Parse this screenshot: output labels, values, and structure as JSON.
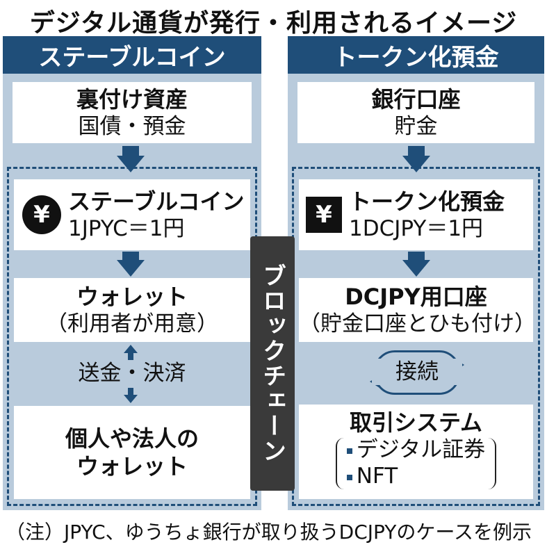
{
  "title": "デジタル通貨が発行・利用されるイメージ",
  "left": {
    "header": "ステーブルコイン",
    "asset_title": "裏付け資産",
    "asset_sub": "国債・預金",
    "coin_title": "ステーブルコイン",
    "coin_rate": "1JPYC＝1円",
    "yen_symbol": "¥",
    "wallet_title": "ウォレット",
    "wallet_sub": "（利用者が用意）",
    "transfer_label": "送金・決済",
    "personal_wallet_line1": "個人や法人の",
    "personal_wallet_line2": "ウォレット"
  },
  "right": {
    "header": "トークン化預金",
    "bank_title": "銀行口座",
    "bank_sub": "貯金",
    "token_title": "トークン化預金",
    "token_rate": "1DCJPY＝1円",
    "yen_symbol": "¥",
    "account_title": "DCJPY用口座",
    "account_sub": "（貯金口座とひも付け）",
    "connect_label": "接続",
    "system_title": "取引システム",
    "system_items": [
      "デジタル証券",
      "NFT"
    ]
  },
  "chain_label": "ブロックチェーン",
  "note": "（注）JPYC、ゆうちょ銀行が取り扱うDCJPYのケースを例示",
  "colors": {
    "navy": "#1f4e79",
    "panel": "#b9cbdc",
    "chain": "#3a3a3a"
  }
}
